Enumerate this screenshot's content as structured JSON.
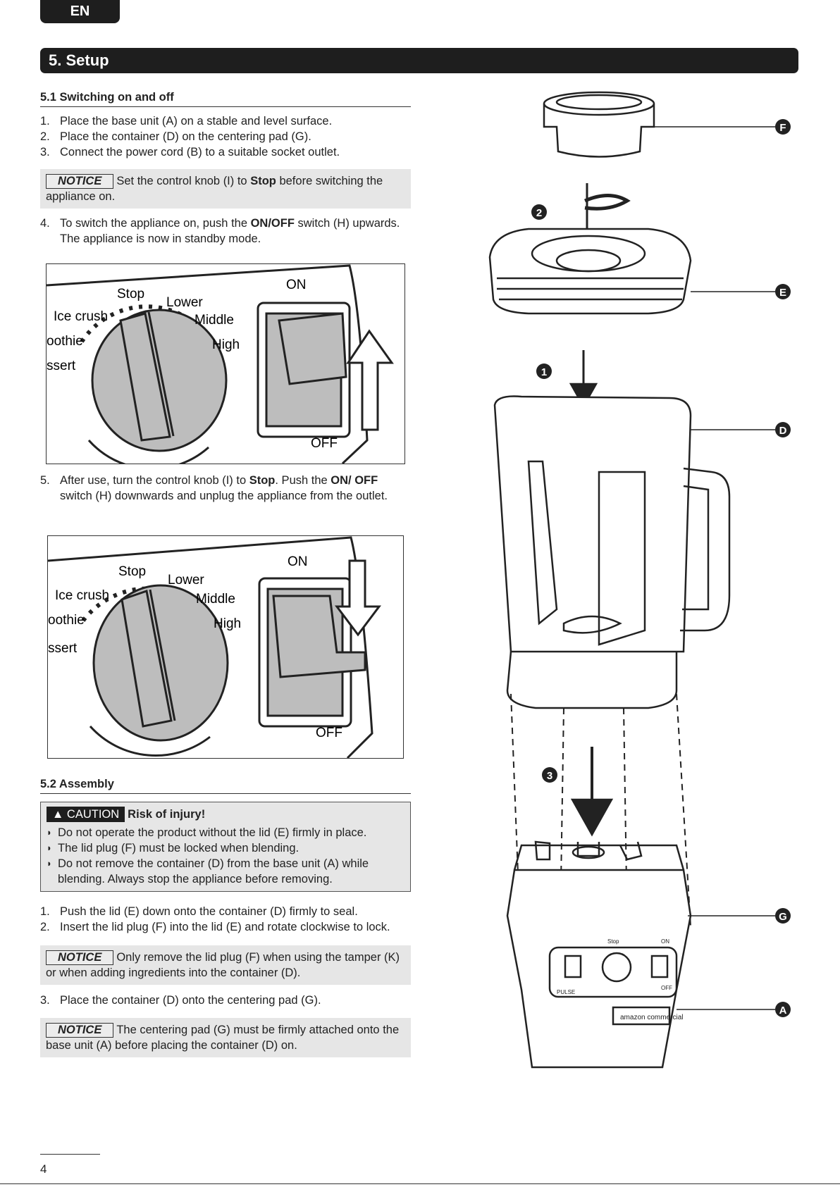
{
  "header": {
    "lang": "EN",
    "section_title": "5. Setup"
  },
  "s51": {
    "title": "5.1 Switching on and off",
    "steps": [
      {
        "n": "1.",
        "text": "Place the base unit (A) on a stable and level surface."
      },
      {
        "n": "2.",
        "text": "Place the container (D) on the centering pad (G)."
      },
      {
        "n": "3.",
        "text": "Connect the power cord (B) to a suitable socket outlet."
      }
    ],
    "notice": {
      "tag": "NOTICE",
      "pre": "Set the control knob (I) to ",
      "bold": "Stop",
      "post": " before switching the appliance on."
    },
    "step4": {
      "n": "4.",
      "pre": "To switch the appliance on, push the ",
      "bold": "ON/OFF",
      "post": " switch (H) upwards. The appliance is now in standby mode."
    },
    "step5": {
      "n": "5.",
      "pre": "After use, turn the control knob (I) to ",
      "bold1": "Stop",
      "mid": ". Push the ",
      "bold2": "ON/ OFF",
      "post": " switch (H) downwards and unplug the appliance from the outlet."
    }
  },
  "panel_labels": {
    "stop": "Stop",
    "lower": "Lower",
    "ice_crush": "Ice crush",
    "middle": "Middle",
    "smoothie": "oothie",
    "high": "High",
    "dessert": "ssert",
    "on": "ON",
    "off": "OFF"
  },
  "s52": {
    "title": "5.2 Assembly",
    "caution": {
      "tag": "CAUTION",
      "heading": "Risk of injury!",
      "items": [
        "Do not operate the product without the lid (E) firmly in place.",
        "The lid plug (F) must be locked when blending.",
        "Do not remove the container (D) from the base unit (A) while blending. Always stop the appliance before removing."
      ]
    },
    "steps": [
      {
        "n": "1.",
        "text": "Push the lid (E) down onto the container (D) firmly to seal."
      },
      {
        "n": "2.",
        "text": "Insert the lid plug (F) into the lid (E) and rotate clockwise to lock."
      }
    ],
    "notice1": {
      "tag": "NOTICE",
      "text": "Only remove the lid plug (F) when using the tamper (K) or when adding ingredients into the container (D)."
    },
    "step3": {
      "n": "3.",
      "text": "Place the container (D) onto the centering pad (G)."
    },
    "notice2": {
      "tag": "NOTICE",
      "text": "The centering pad (G) must be firmly attached onto the base unit (A) before placing the container (D) on."
    }
  },
  "diagram": {
    "callouts": [
      "F",
      "E",
      "D",
      "G",
      "A"
    ],
    "steps": [
      "1",
      "2",
      "3"
    ],
    "base_brand": "amazon commercial",
    "base_text": {
      "stop": "Stop",
      "on": "ON",
      "off": "OFF",
      "pulse": "PULSE"
    }
  },
  "footer": {
    "page": "4"
  }
}
